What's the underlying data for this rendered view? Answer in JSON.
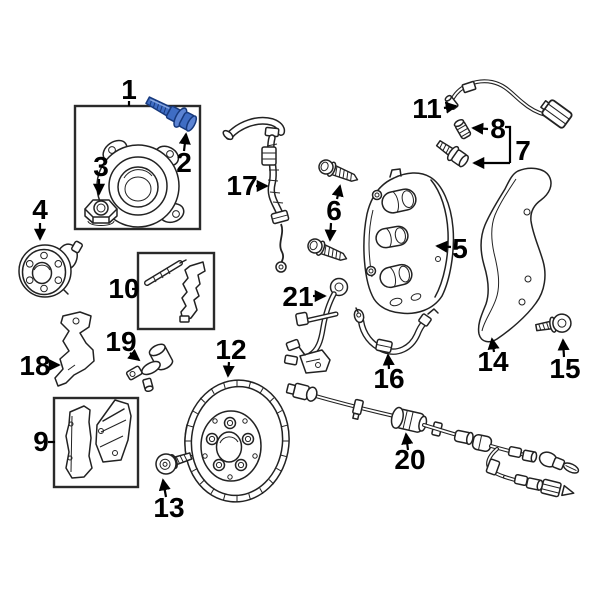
{
  "diagram": {
    "kind": "exploded-parts-diagram",
    "background": "#ffffff",
    "line_color": "#222222",
    "label_color": "#000000",
    "highlight_fill": "#3f6dc4",
    "highlight_fill_light": "#5c84d4",
    "highlight_stroke": "#17397c",
    "highlighted_callout": "2",
    "callouts": [
      {
        "number": "1"
      },
      {
        "number": "2"
      },
      {
        "number": "3"
      },
      {
        "number": "4"
      },
      {
        "number": "5"
      },
      {
        "number": "6"
      },
      {
        "number": "7"
      },
      {
        "number": "8"
      },
      {
        "number": "9"
      },
      {
        "number": "10"
      },
      {
        "number": "11"
      },
      {
        "number": "12"
      },
      {
        "number": "13"
      },
      {
        "number": "14"
      },
      {
        "number": "15"
      },
      {
        "number": "16"
      },
      {
        "number": "17"
      },
      {
        "number": "18"
      },
      {
        "number": "19"
      },
      {
        "number": "20"
      },
      {
        "number": "21"
      }
    ]
  }
}
